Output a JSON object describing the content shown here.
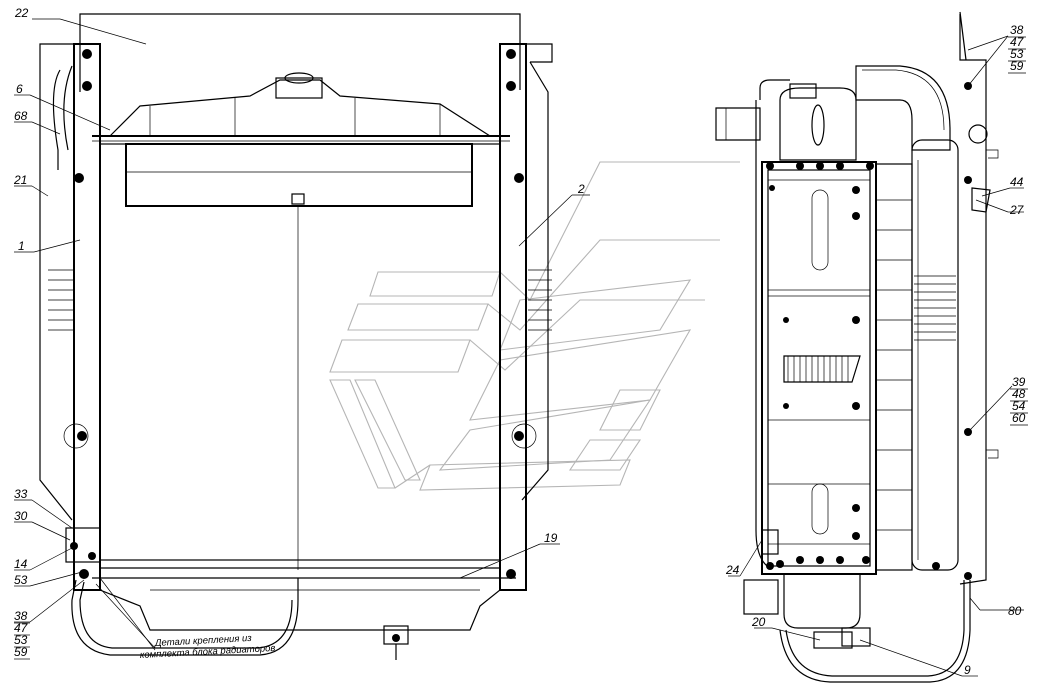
{
  "labels": {
    "l22": "22",
    "l6": "6",
    "l68": "68",
    "l21": "21",
    "l1": "1",
    "l2": "2",
    "l33": "33",
    "l30": "30",
    "l14": "14",
    "l53a": "53",
    "l38a": "38",
    "l47a": "47",
    "l53b": "53",
    "l59a": "59",
    "l19": "19",
    "l38b": "38",
    "l47b": "47",
    "l53c": "53",
    "l59b": "59",
    "l44": "44",
    "l27": "27",
    "l39": "39",
    "l48": "48",
    "l54": "54",
    "l60": "60",
    "l24": "24",
    "l20": "20",
    "l9": "9",
    "l80": "80"
  },
  "note": {
    "line1": "Детали крепления из",
    "line2": "комплекта блока радиаторов"
  }
}
